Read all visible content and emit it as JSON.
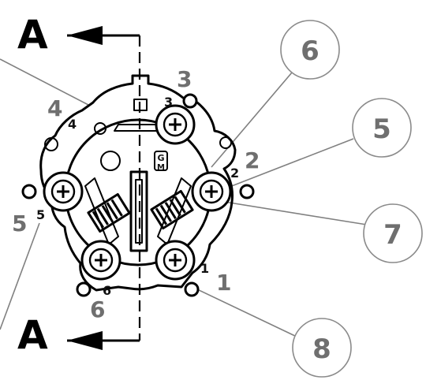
{
  "section_labels": {
    "top": "A",
    "bottom": "A"
  },
  "pin_numbers_grey": {
    "p1": "1",
    "p2": "2",
    "p3": "3",
    "p4": "4",
    "p5": "5",
    "p6": "6"
  },
  "pin_numbers_small": {
    "p1": "1",
    "p2": "2",
    "p3": "3",
    "p4": "4",
    "p5": "5",
    "p6": "6"
  },
  "callouts": {
    "c6": "6",
    "c5": "5",
    "c7": "7",
    "c8": "8"
  },
  "center_mark": {
    "upper": "G",
    "lower": "M"
  }
}
